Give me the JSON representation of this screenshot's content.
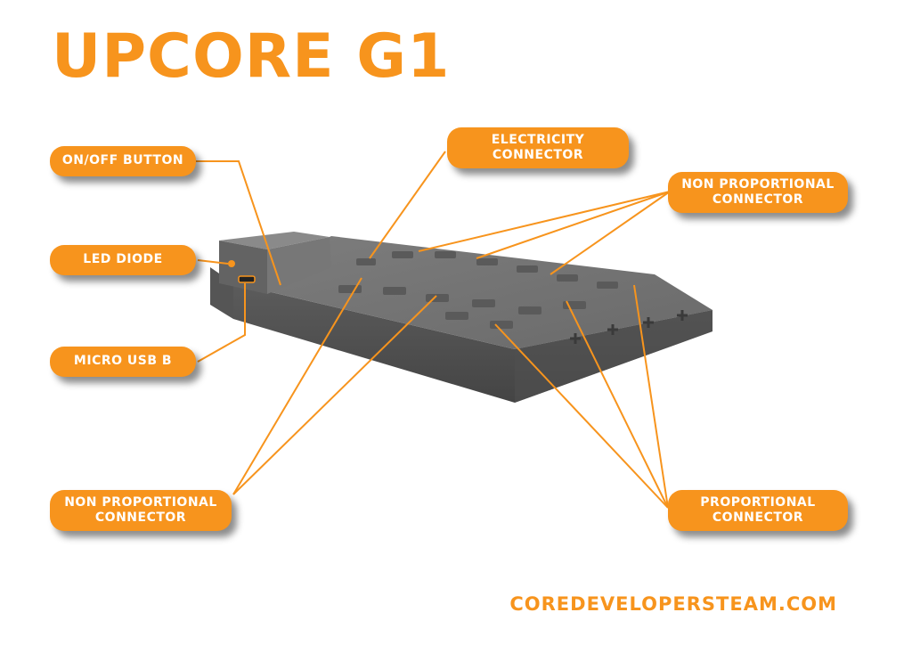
{
  "title": "UPCORE G1",
  "labels": {
    "on_off_button": "ON/OFF BUTTON",
    "led_diode": "LED DIODE",
    "micro_usb": "MICRO USB B",
    "non_prop_left": [
      "NON PROPORTIONAL",
      "CONNECTOR"
    ],
    "electricity": [
      "ELECTRICITY",
      "CONNECTOR"
    ],
    "non_prop_right": [
      "NON PROPORTIONAL",
      "CONNECTOR"
    ],
    "proportional": [
      "PROPORTIONAL",
      "CONNECTOR"
    ]
  },
  "footer": "COREDEVELOPERSTEAM.COM",
  "colors": {
    "accent": "#f7941d",
    "device": "#6e6e6e",
    "device_dark": "#4d4d4d",
    "device_light": "#858585"
  }
}
